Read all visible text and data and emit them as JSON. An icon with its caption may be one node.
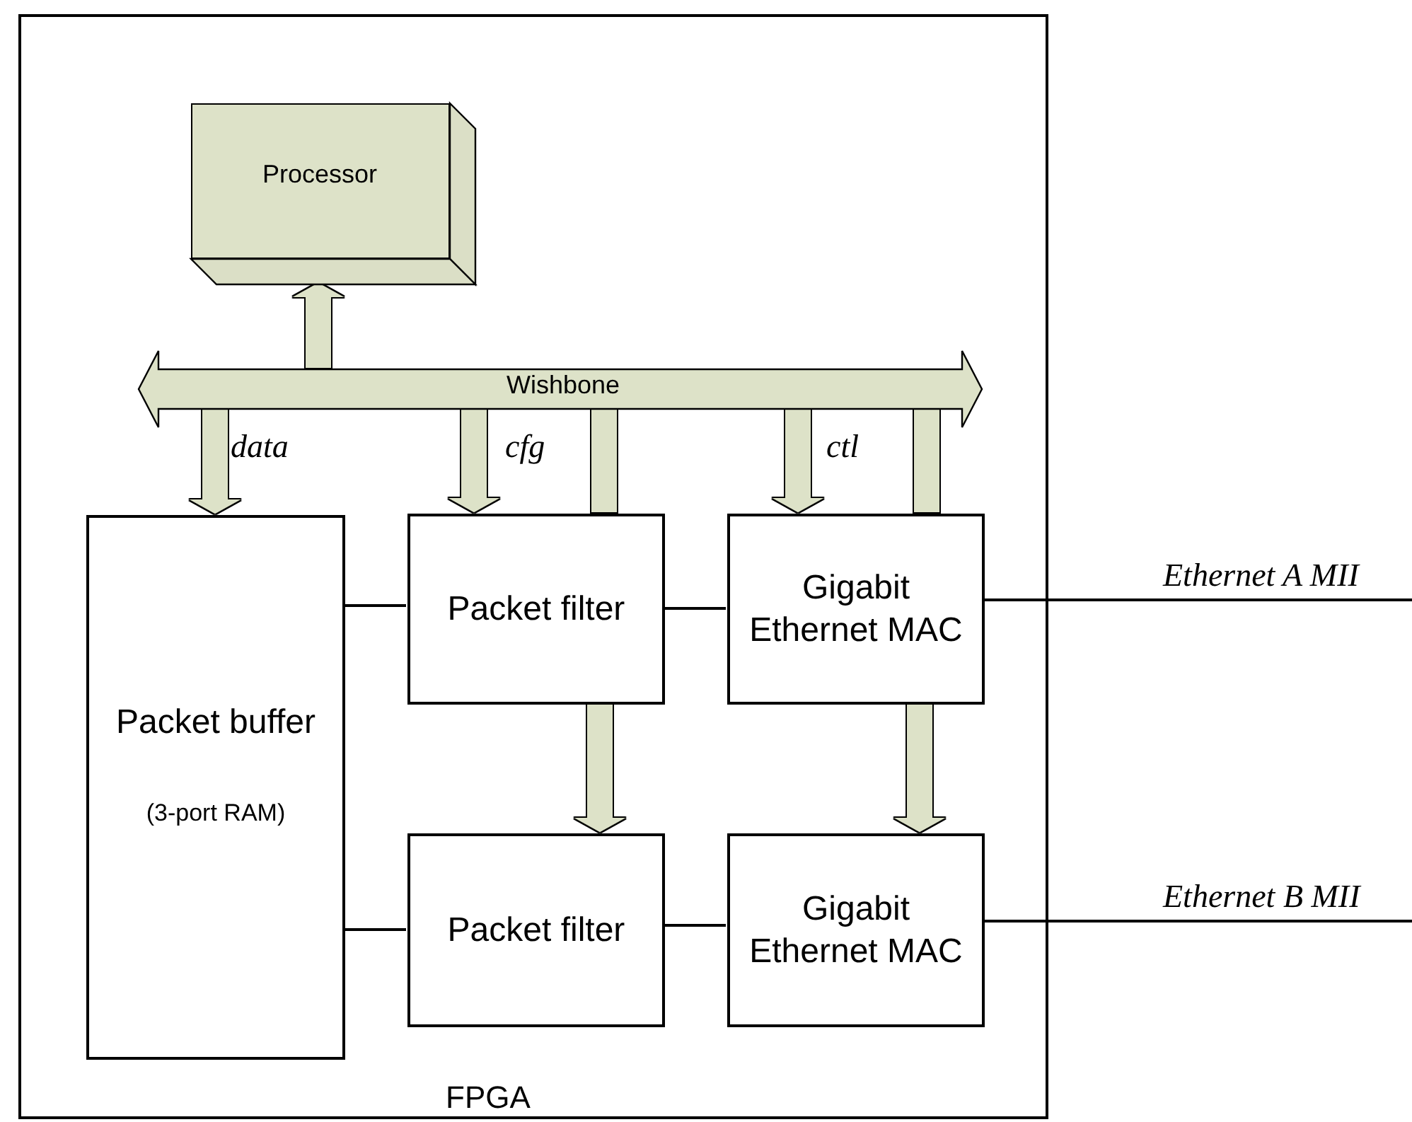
{
  "diagram": {
    "nodes": [
      {
        "text": [
          "FPGA"
        ]
      },
      {
        "text": [
          "Processor"
        ],
        "in": 0
      },
      {
        "text": [
          "Wishbone"
        ],
        "in": 0
      },
      {
        "text": [
          "Packet buffer",
          "(3-port RAM)"
        ],
        "in": 0
      },
      {
        "text": [
          "Packet filter"
        ],
        "in": 0
      },
      {
        "text": [
          "Gigabit Ethernet MAC"
        ],
        "in": 0
      },
      {
        "text": [
          "Packet filter"
        ],
        "in": 0
      },
      {
        "text": [
          "Gigabit Ethernet MAC"
        ],
        "in": 0
      }
    ],
    "edges": [
      {
        "from": 2,
        "to": 1,
        "arrow": "to"
      },
      {
        "from": 2,
        "to": 3,
        "arrow": "to",
        "label": "data"
      },
      {
        "from": 2,
        "to": 4,
        "arrow": "to",
        "label": "cfg"
      },
      {
        "from": 4,
        "to": 2,
        "arrow": "none"
      },
      {
        "from": 2,
        "to": 5,
        "arrow": "to",
        "label": "ctl"
      },
      {
        "from": 5,
        "to": 2,
        "arrow": "none"
      },
      {
        "from": 4,
        "to": 6,
        "arrow": "to"
      },
      {
        "from": 5,
        "to": 7,
        "arrow": "to"
      },
      {
        "from": 3,
        "to": 4,
        "arrow": "none",
        "color": "#000000"
      },
      {
        "from": 4,
        "to": 5,
        "arrow": "none",
        "color": "#000000"
      },
      {
        "from": 3,
        "to": 6,
        "arrow": "none",
        "color": "#000000"
      },
      {
        "from": 6,
        "to": 7,
        "arrow": "none",
        "color": "#000000"
      },
      {
        "from": 5,
        "to": null,
        "arrow": "none",
        "label": "Ethernet A MII",
        "color": "#000000"
      },
      {
        "from": 7,
        "to": null,
        "arrow": "none",
        "label": "Ethernet B MII",
        "color": "#000000"
      }
    ]
  }
}
